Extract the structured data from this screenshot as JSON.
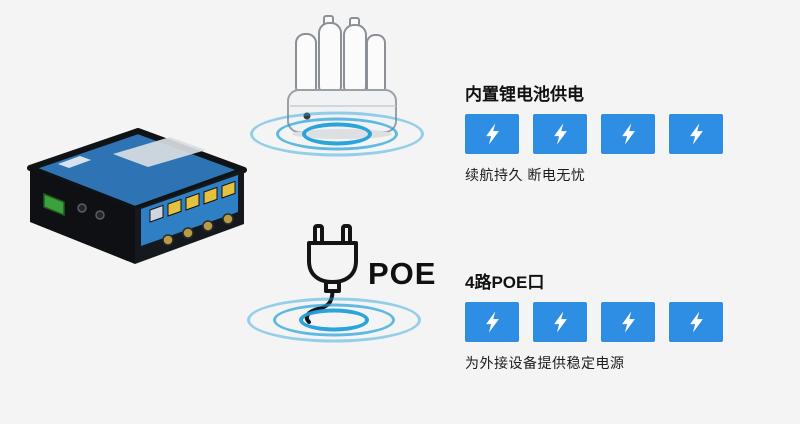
{
  "battery_section": {
    "title": "内置锂电池供电",
    "subtitle": "续航持久 断电无忧",
    "bolt_count": 4
  },
  "poe_section": {
    "label": "POE",
    "title": "4路POE口",
    "subtitle": "为外接设备提供稳定电源",
    "bolt_count": 4
  },
  "colors": {
    "background": "#f4f4f5",
    "tile_blue": "#2e8ee4",
    "ripple_blue": "#1f9fd9",
    "bolt_white": "#ffffff",
    "text_dark": "#111111"
  }
}
